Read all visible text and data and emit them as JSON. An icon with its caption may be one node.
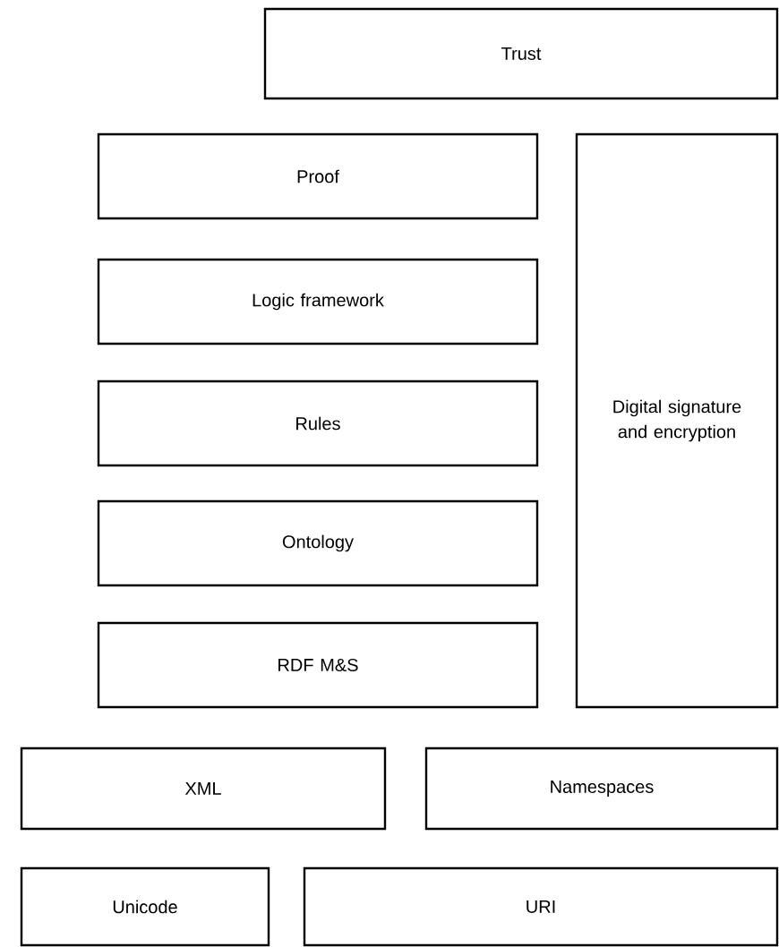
{
  "diagram": {
    "nodes": [
      {
        "text": [
          "Trust"
        ]
      },
      {
        "text": [
          "Proof"
        ]
      },
      {
        "text": [
          "Digital signature and encryption"
        ]
      },
      {
        "text": [
          "Logic framework"
        ]
      },
      {
        "text": [
          "Rules"
        ]
      },
      {
        "text": [
          "Ontology"
        ]
      },
      {
        "text": [
          "RDF M&S"
        ]
      },
      {
        "text": [
          "XML"
        ]
      },
      {
        "text": [
          "Namespaces"
        ]
      },
      {
        "text": [
          "Unicode"
        ]
      },
      {
        "text": [
          "URI"
        ]
      }
    ]
  }
}
